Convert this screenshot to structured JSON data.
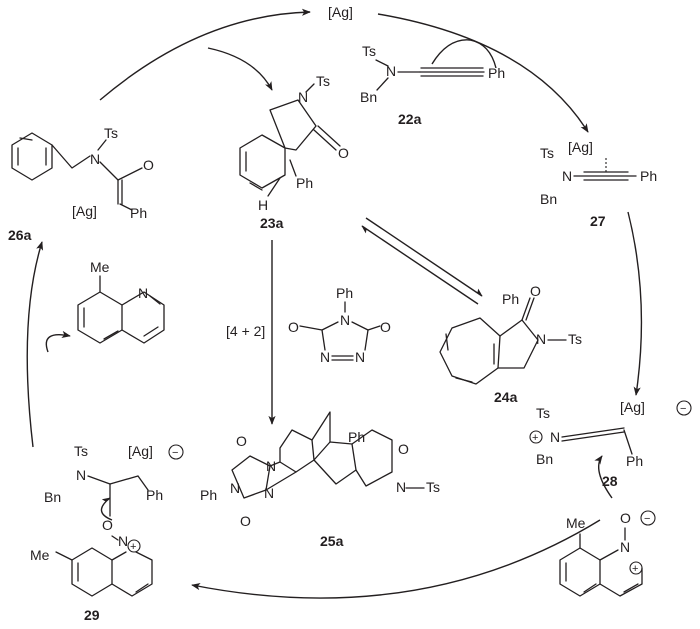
{
  "catalyst": "[Ag]",
  "substituents": {
    "ts": "Ts",
    "n": "N",
    "o": "O",
    "bn": "Bn",
    "ph": "Ph",
    "h": "H",
    "me": "Me",
    "ag": "[Ag]"
  },
  "compounds": {
    "c22a": "22a",
    "c23a": "23a",
    "c24a": "24a",
    "c25a": "25a",
    "c26a": "26a",
    "c27": "27",
    "c28": "28",
    "c29": "29"
  },
  "reaction_label": "[4 + 2]",
  "charges": {
    "plus": "+",
    "minus": "−"
  }
}
